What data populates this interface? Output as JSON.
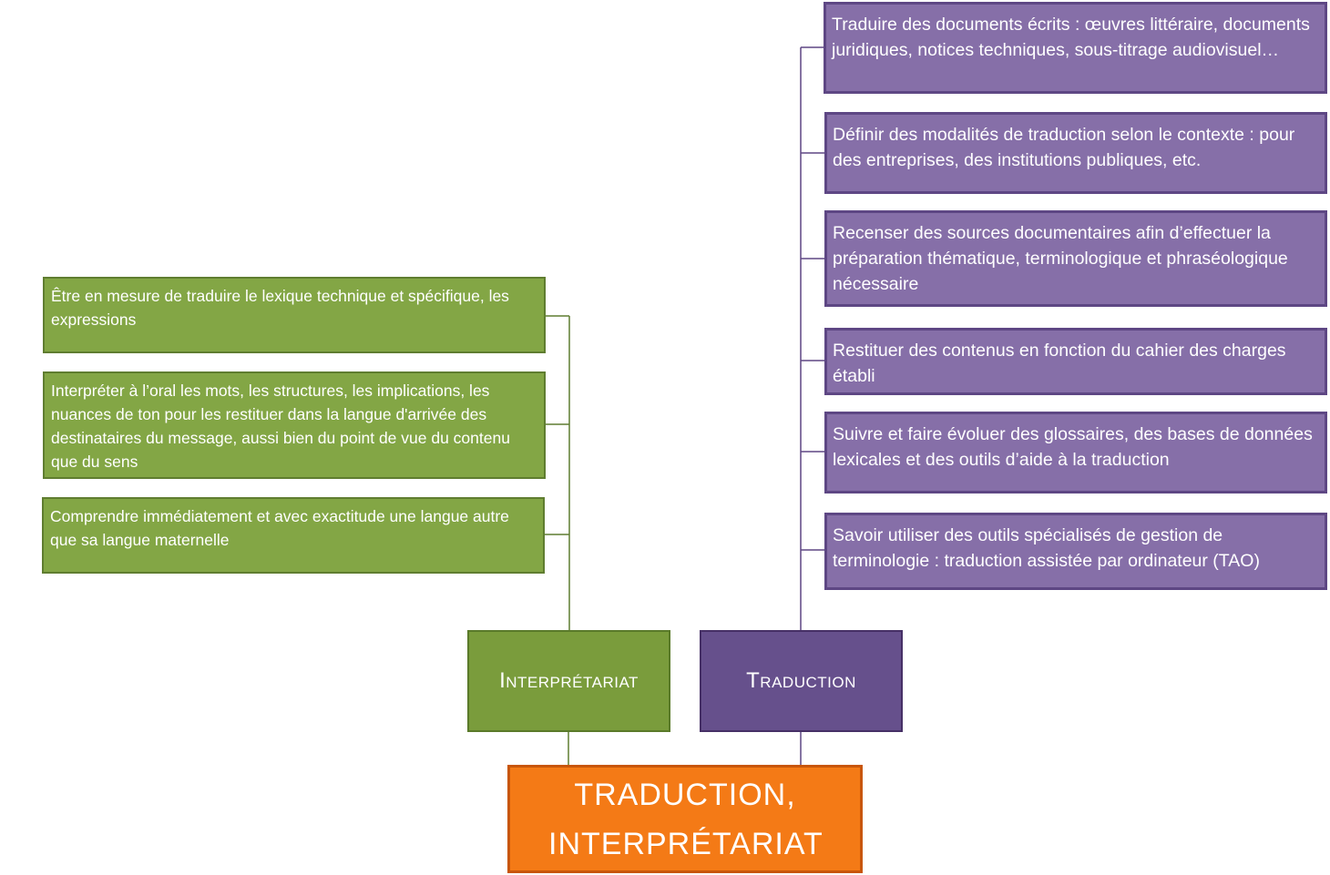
{
  "root": {
    "title": "TRADUCTION, INTERPRÉTARIAT"
  },
  "categories": [
    {
      "label": "Interprétariat",
      "color": "#7a9c3c"
    },
    {
      "label": "Traduction",
      "color": "#66508c"
    }
  ],
  "interpretariat_items": [
    "Être en mesure de traduire le lexique technique et spécifique, les expressions",
    "Interpréter à l’oral les mots, les structures, les implications, les nuances de ton pour les restituer dans la langue d'arrivée des destinataires du message, aussi bien du point de vue du contenu que du sens",
    "Comprendre immédiatement et avec exactitude une langue autre que sa langue maternelle"
  ],
  "traduction_items": [
    "Traduire des documents écrits : œuvres littéraire, documents juridiques, notices techniques, sous-titrage audiovisuel…",
    "Définir des modalités de traduction selon le contexte : pour des entreprises, des institutions publiques, etc.",
    "Recenser des sources documentaires afin d’effectuer la préparation thématique, terminologique et phraséologique nécessaire",
    "Restituer des contenus en fonction du cahier des charges établi",
    "Suivre et faire évoluer des glossaires, des bases de données lexicales et des outils d’aide à la traduction",
    "Savoir utiliser des outils spécialisés de gestion de terminologie : traduction assistée par ordinateur (TAO)"
  ],
  "colors": {
    "orange": "#f47a16",
    "green": "#83a645",
    "purple": "#866fa8"
  }
}
